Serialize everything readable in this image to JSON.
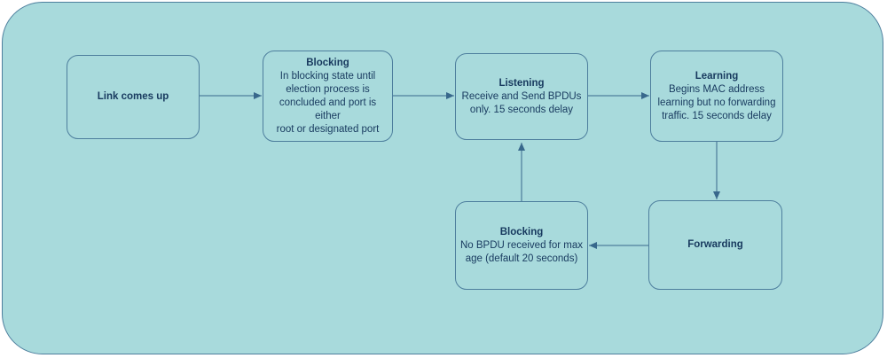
{
  "diagram": {
    "type": "flowchart",
    "colors": {
      "page-bg": "#ffffff",
      "canvas-fill": "#a8dadc",
      "node-fill": "#a8dadc",
      "stroke": "#4d7e9d",
      "connector": "#38688c",
      "text": "#17395e"
    }
  },
  "nodes": [
    {
      "title": "Link comes up",
      "body": ""
    },
    {
      "title": "Blocking",
      "body": "In blocking state until\nelection process is\nconcluded and port is either\nroot or designated port"
    },
    {
      "title": "Listening",
      "body": "Receive and Send BPDUs\nonly. 15 seconds delay"
    },
    {
      "title": "Learning",
      "body": "Begins MAC address\nlearning but no forwarding\ntraffic. 15 seconds delay"
    },
    {
      "title": "Blocking",
      "body": "No BPDU received for max\nage (default 20 seconds)"
    },
    {
      "title": "Forwarding",
      "body": ""
    }
  ],
  "edges": [
    {
      "from": "Link comes up",
      "to": "Blocking (initial)"
    },
    {
      "from": "Blocking (initial)",
      "to": "Listening"
    },
    {
      "from": "Listening",
      "to": "Learning"
    },
    {
      "from": "Learning",
      "to": "Forwarding"
    },
    {
      "from": "Forwarding",
      "to": "Blocking (max age)"
    },
    {
      "from": "Blocking (max age)",
      "to": "Listening"
    }
  ]
}
